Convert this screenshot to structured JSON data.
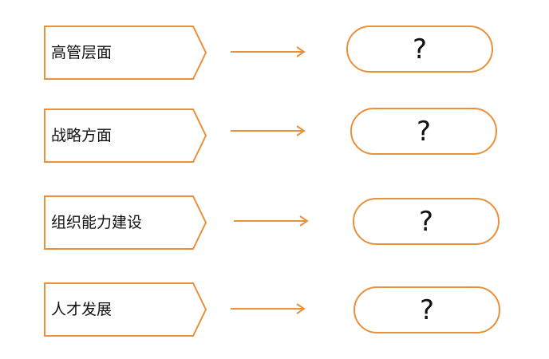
{
  "colors": {
    "accent": "#e8903a",
    "text": "#111111",
    "background": "#ffffff"
  },
  "rows": [
    {
      "label": "高管层面",
      "result": "?"
    },
    {
      "label": "战略方面",
      "result": "?"
    },
    {
      "label": "组织能力建设",
      "result": "?"
    },
    {
      "label": "人才发展",
      "result": "?"
    }
  ]
}
